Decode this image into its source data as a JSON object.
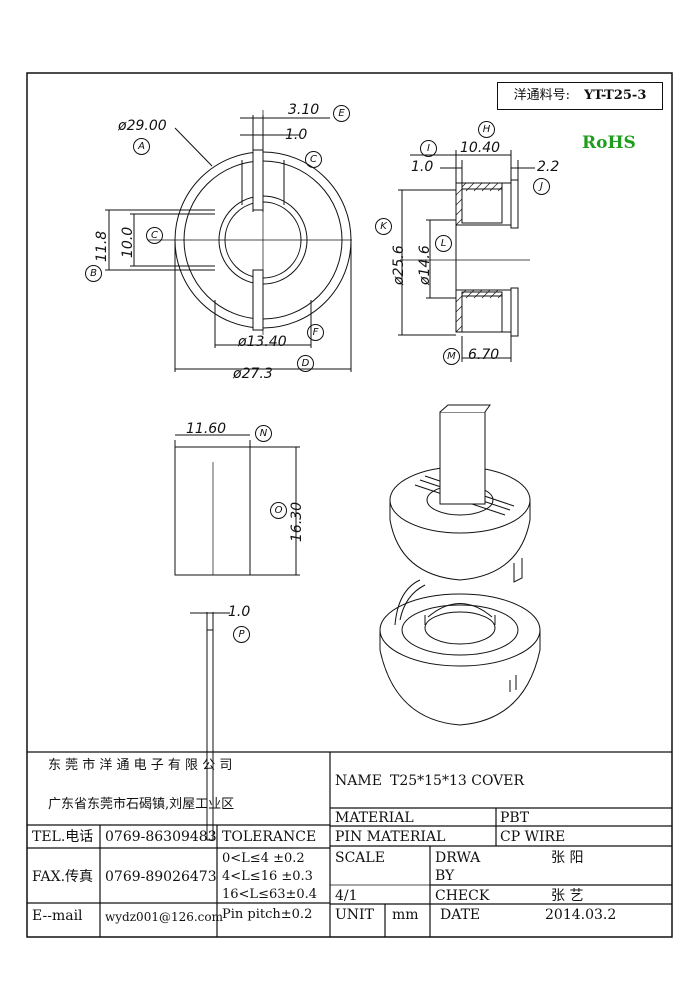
{
  "header": {
    "part_no_label": "洋通料号:",
    "part_no": "YT-T25-3",
    "rohs": "RoHS"
  },
  "dimensions": {
    "A": "ø29.00",
    "B": "11.8",
    "C_width": "10.0",
    "C_gap": "1.0",
    "E": "3.10",
    "F": "ø13.40",
    "D": "ø27.3",
    "H": "10.40",
    "I": "1.0",
    "J": "2.2",
    "K": "ø25.6",
    "L": "ø14.6",
    "M": "6.70",
    "N": "11.60",
    "O": "16.30",
    "P": "1.0"
  },
  "callouts": [
    "A",
    "B",
    "C",
    "C",
    "D",
    "E",
    "F",
    "H",
    "I",
    "J",
    "K",
    "L",
    "M",
    "N",
    "O",
    "P"
  ],
  "title_block": {
    "company_cn": "东 莞 市 洋 通 电 子 有 限 公 司",
    "address_cn": "广东省东莞市石碣镇,刘屋工业区",
    "name_label": "NAME",
    "name_value": "T25*15*13 COVER",
    "tel_label": "TEL.电话",
    "tel_value": "0769-86309483",
    "fax_label": "FAX.传真",
    "fax_value": "0769-89026473",
    "email_label": "E--mail",
    "email_value": "wydz001@126.com",
    "tolerance_label": "TOLERANCE",
    "tolerance_lines": [
      "0<L≤4    ±0.2",
      "4<L≤16  ±0.3",
      "16<L≤63±0.4",
      "Pin pitch±0.2"
    ],
    "material_label": "MATERIAL",
    "material_value": "PBT",
    "pin_material_label": "PIN MATERIAL",
    "pin_material_value": "CP WIRE",
    "scale_label": "SCALE",
    "scale_value": "4/1",
    "drawn_label_1": "DRWA",
    "drawn_label_2": "BY",
    "drawn_value": "张 阳",
    "check_label": "CHECK",
    "check_value": "张 艺",
    "unit_label": "UNIT",
    "unit_value": "mm",
    "date_label": "DATE",
    "date_value": "2014.03.2"
  }
}
